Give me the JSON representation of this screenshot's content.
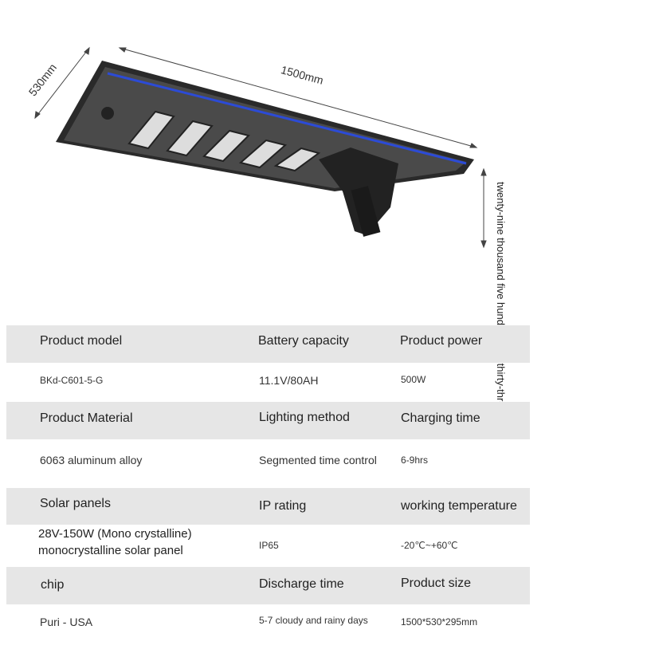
{
  "dimensions": {
    "length": "1500mm",
    "width": "530mm",
    "height": "twenty-nine thousand five hundred and thirty-three"
  },
  "specs": [
    {
      "labels": [
        "Product model",
        "Battery capacity",
        "Product power"
      ],
      "values": [
        "BKd-C601-5-G",
        "11.1V/80AH",
        "500W"
      ]
    },
    {
      "labels": [
        "Product Material",
        "Lighting method",
        "Charging time"
      ],
      "values": [
        "6063 aluminum alloy",
        "Segmented time control",
        "6-9hrs"
      ]
    },
    {
      "labels": [
        "Solar panels",
        "IP rating",
        "working temperature"
      ],
      "values": [
        "28V-150W (Mono crystalline)",
        "IP65",
        "-20℃~+60℃"
      ],
      "value_extra": "monocrystalline solar panel"
    },
    {
      "labels": [
        "chip",
        "Discharge time",
        "Product size"
      ],
      "values": [
        "Puri - USA",
        "5-7 cloudy and rainy days",
        "1500*530*295mm"
      ]
    }
  ],
  "colors": {
    "band": "#e6e6e6",
    "accent": "#2c4bd6",
    "body": "#3a3a3a"
  }
}
